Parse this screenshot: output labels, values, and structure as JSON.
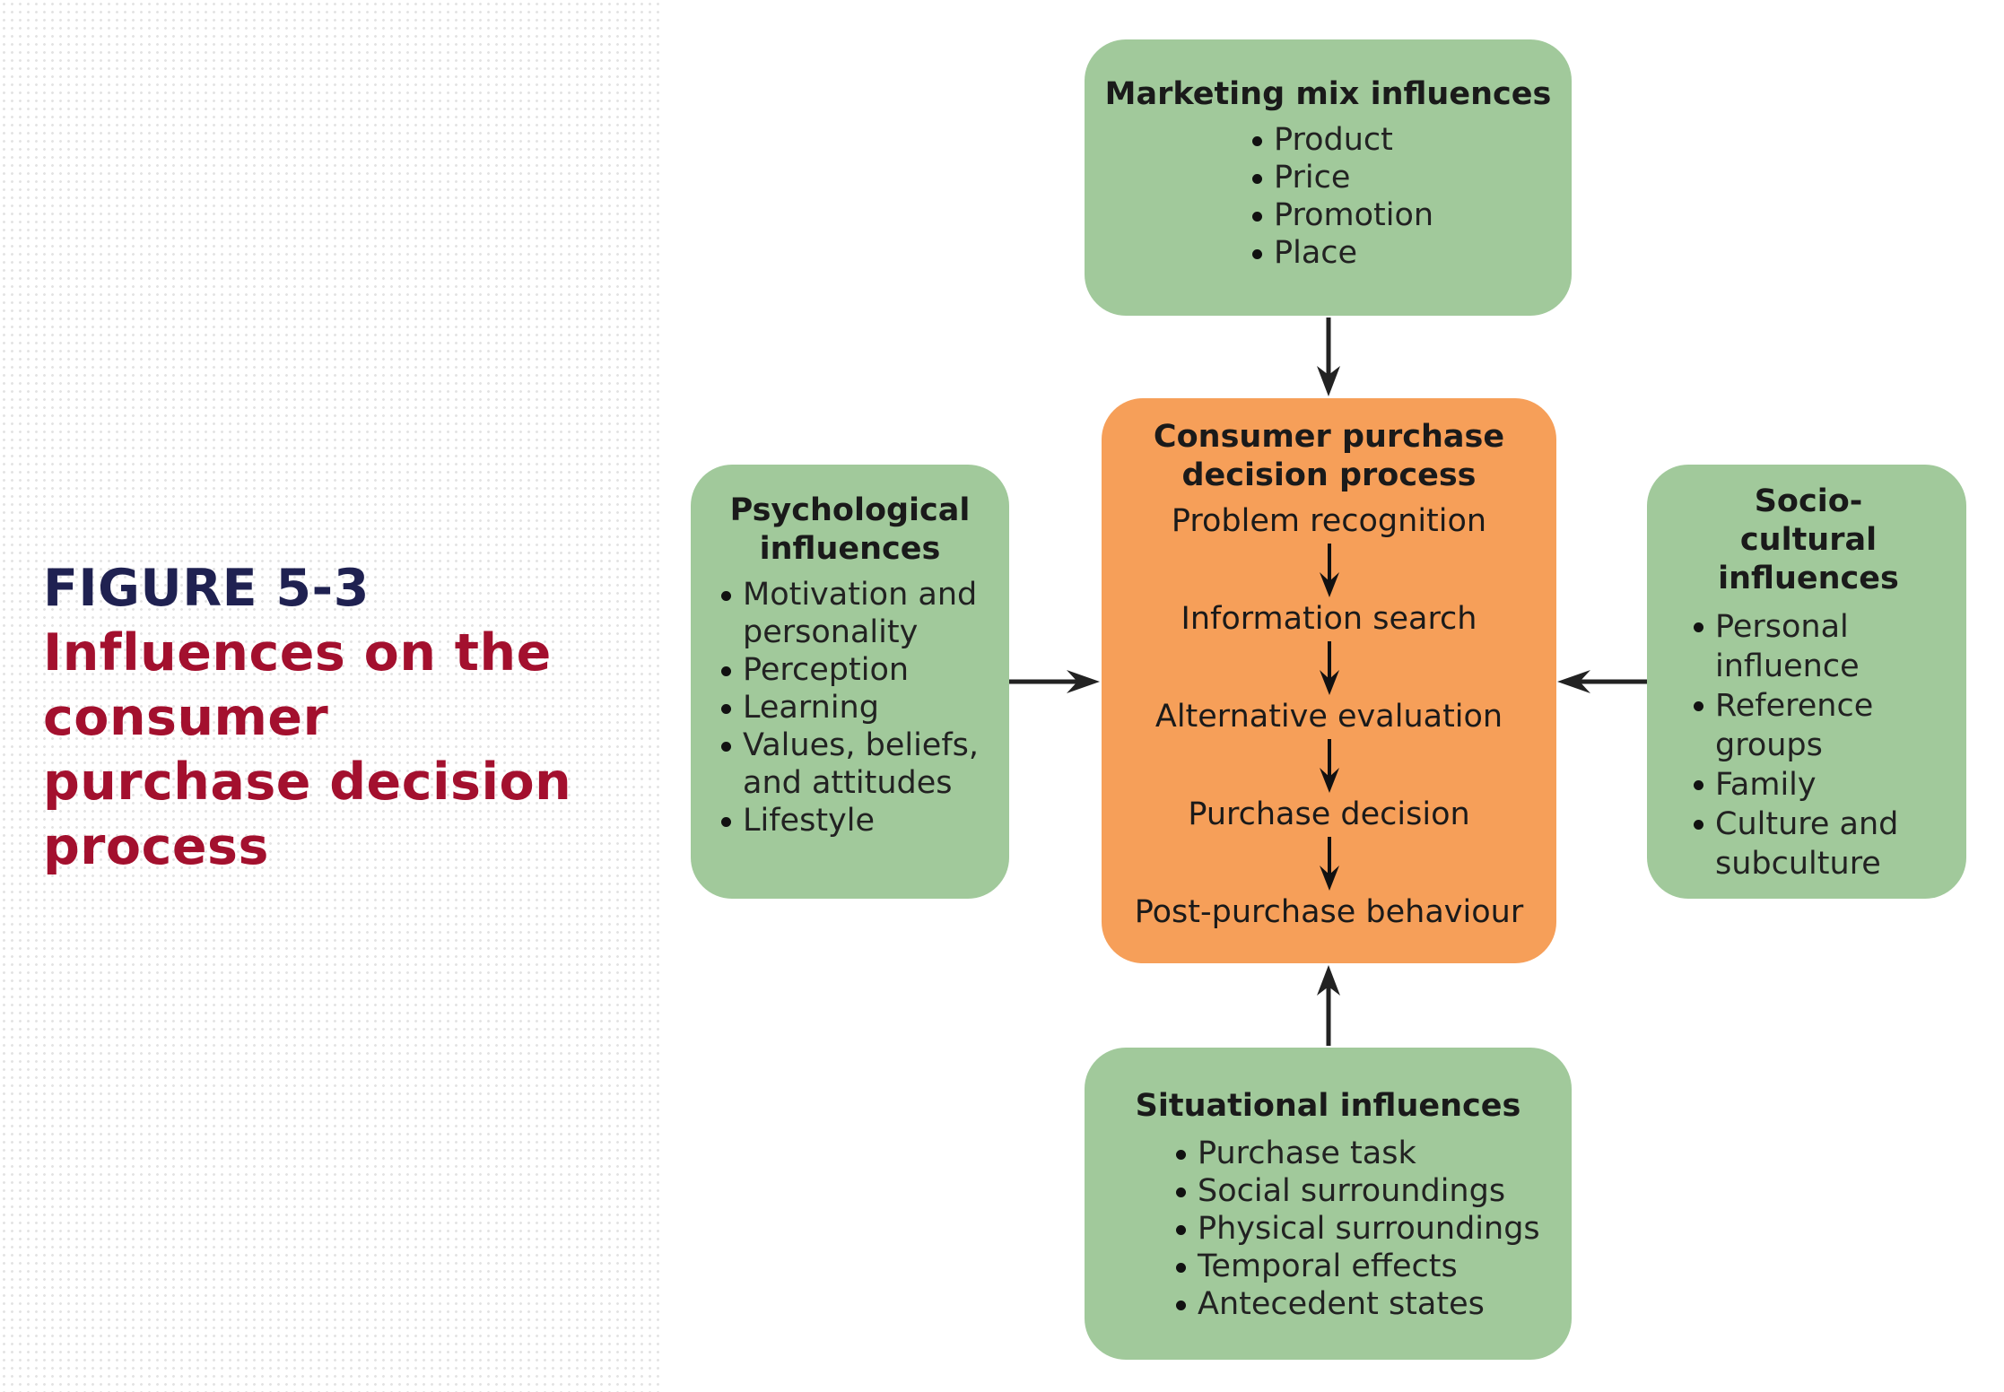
{
  "caption": {
    "figure_number": "FIGURE 5-3",
    "title": "Influences on the consumer purchase decision process"
  },
  "colors": {
    "green_box": "#a1c99b",
    "orange_box": "#f69f59",
    "caption_number": "#1f2151",
    "caption_title": "#a3102e"
  },
  "marketing_mix": {
    "title": "Marketing mix influences",
    "items": [
      "Product",
      "Price",
      "Promotion",
      "Place"
    ]
  },
  "psychological": {
    "title": "Psychological influences",
    "items": [
      "Motivation and personality",
      "Perception",
      "Learning",
      "Values, beliefs, and attitudes",
      "Lifestyle"
    ]
  },
  "socio_cultural": {
    "title": "Socio-cultural influences",
    "items": [
      "Personal influence",
      "Reference groups",
      "Family",
      "Culture and subculture"
    ]
  },
  "situational": {
    "title": "Situational influences",
    "items": [
      "Purchase task",
      "Social surroundings",
      "Physical surroundings",
      "Temporal effects",
      "Antecedent states"
    ]
  },
  "process": {
    "title": "Consumer purchase decision process",
    "steps": [
      "Problem recognition",
      "Information search",
      "Alternative evaluation",
      "Purchase decision",
      "Post-purchase behaviour"
    ]
  }
}
